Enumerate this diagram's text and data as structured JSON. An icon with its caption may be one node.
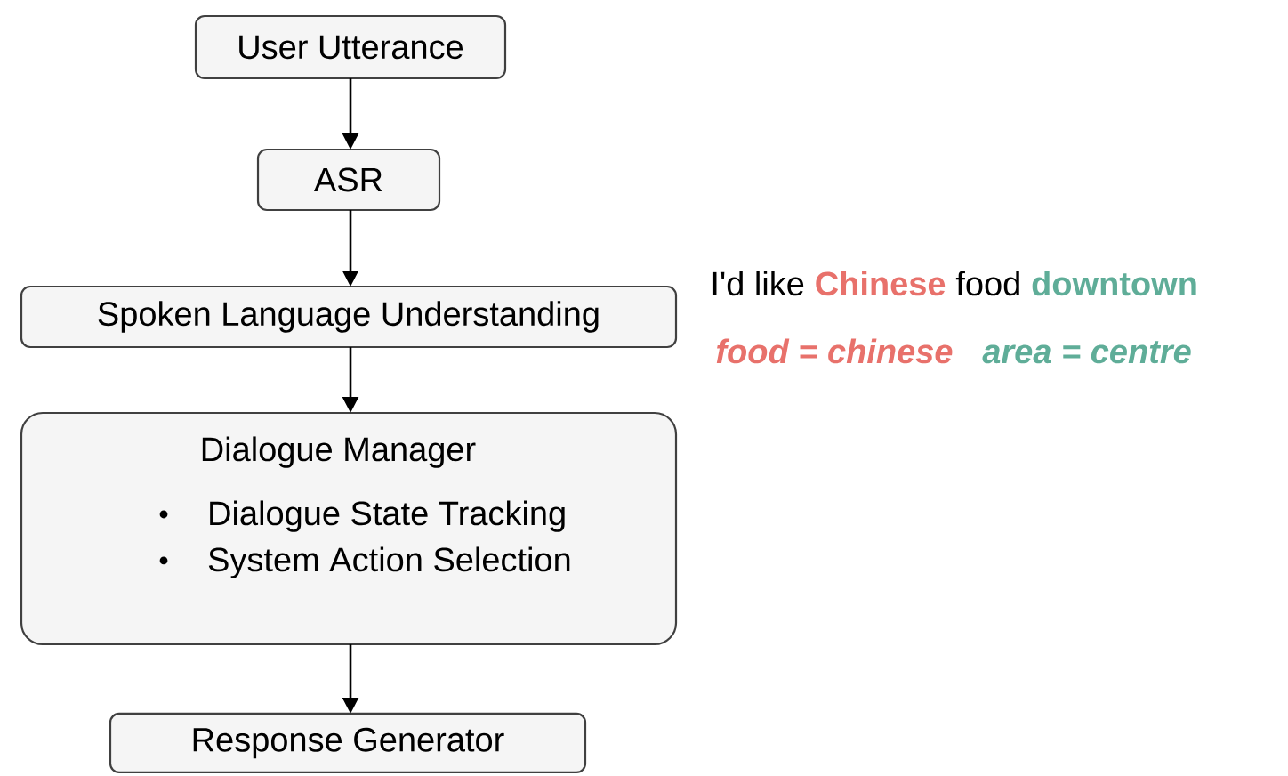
{
  "diagram": {
    "nodes": [
      {
        "text": [
          "User Utterance"
        ]
      },
      {
        "text": [
          "ASR"
        ]
      },
      {
        "text": [
          "Spoken Language Understanding"
        ]
      },
      {
        "text": [
          "Dialogue Manager",
          "Dialogue State Tracking",
          "System Action Selection"
        ]
      },
      {
        "text": [
          "Response Generator"
        ]
      }
    ],
    "edges": [
      {
        "from": 0,
        "to": 1,
        "arrow": "to"
      },
      {
        "from": 1,
        "to": 2,
        "arrow": "to"
      },
      {
        "from": 2,
        "to": 3,
        "arrow": "to"
      },
      {
        "from": 3,
        "to": 4,
        "arrow": "to"
      }
    ],
    "labels": [
      "I'd like",
      "Chinese",
      "food",
      "downtown",
      "food = chinese",
      "area = centre"
    ]
  }
}
